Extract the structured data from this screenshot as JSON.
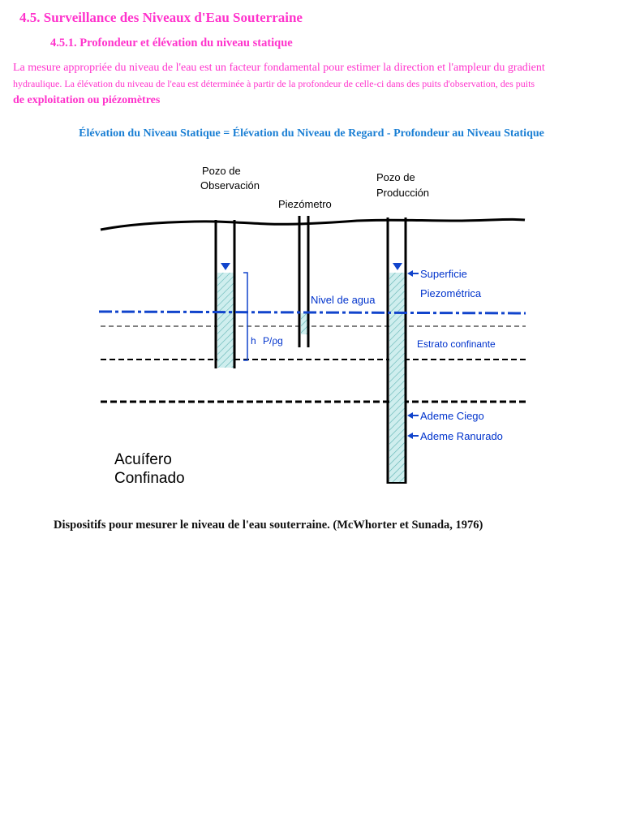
{
  "section": {
    "heading": "4.5. Surveillance des Niveaux d'Eau Souterraine",
    "subheading": "4.5.1. Profondeur et élévation du niveau statique",
    "paragraph_line1": "La mesure appropriée du niveau de l'eau est un facteur fondamental pour estimer la direction et l'ampleur du gradient",
    "paragraph_line2": "hydraulique. La élévation du niveau de l'eau est déterminée à partir de la profondeur de celle-ci dans des puits d'observation, des puits",
    "paragraph_line3": "de exploitation ou piézomètres",
    "formula": "Élévation du Niveau Statique = Élévation du Niveau de Regard - Profondeur au Niveau Statique"
  },
  "diagram": {
    "labels": {
      "observation_well_1": "Pozo de",
      "observation_well_2": "Observación",
      "piezometer": "Piezómetro",
      "production_well_1": "Pozo de",
      "production_well_2": "Producción",
      "water_level": "Nivel de agua",
      "piezometric_surface_1": "Superficie",
      "piezometric_surface_2": "Piezométrica",
      "confining_layer": "Estrato confinante",
      "blind_casing": "Ademe Ciego",
      "slotted_casing": "Ademe Ranurado",
      "h_symbol": "h",
      "pressure_head": "P/ρg",
      "aquifer_1": "Acuífero",
      "aquifer_2": "Confinado"
    },
    "colors": {
      "text_blue": "#0033cc",
      "water_line": "#1144cc",
      "hatch_fill": "#cfeeee",
      "lines": "#000000"
    }
  },
  "caption": "Dispositifs pour mesurer le niveau de l'eau souterraine. (McWhorter et Sunada, 1976)"
}
